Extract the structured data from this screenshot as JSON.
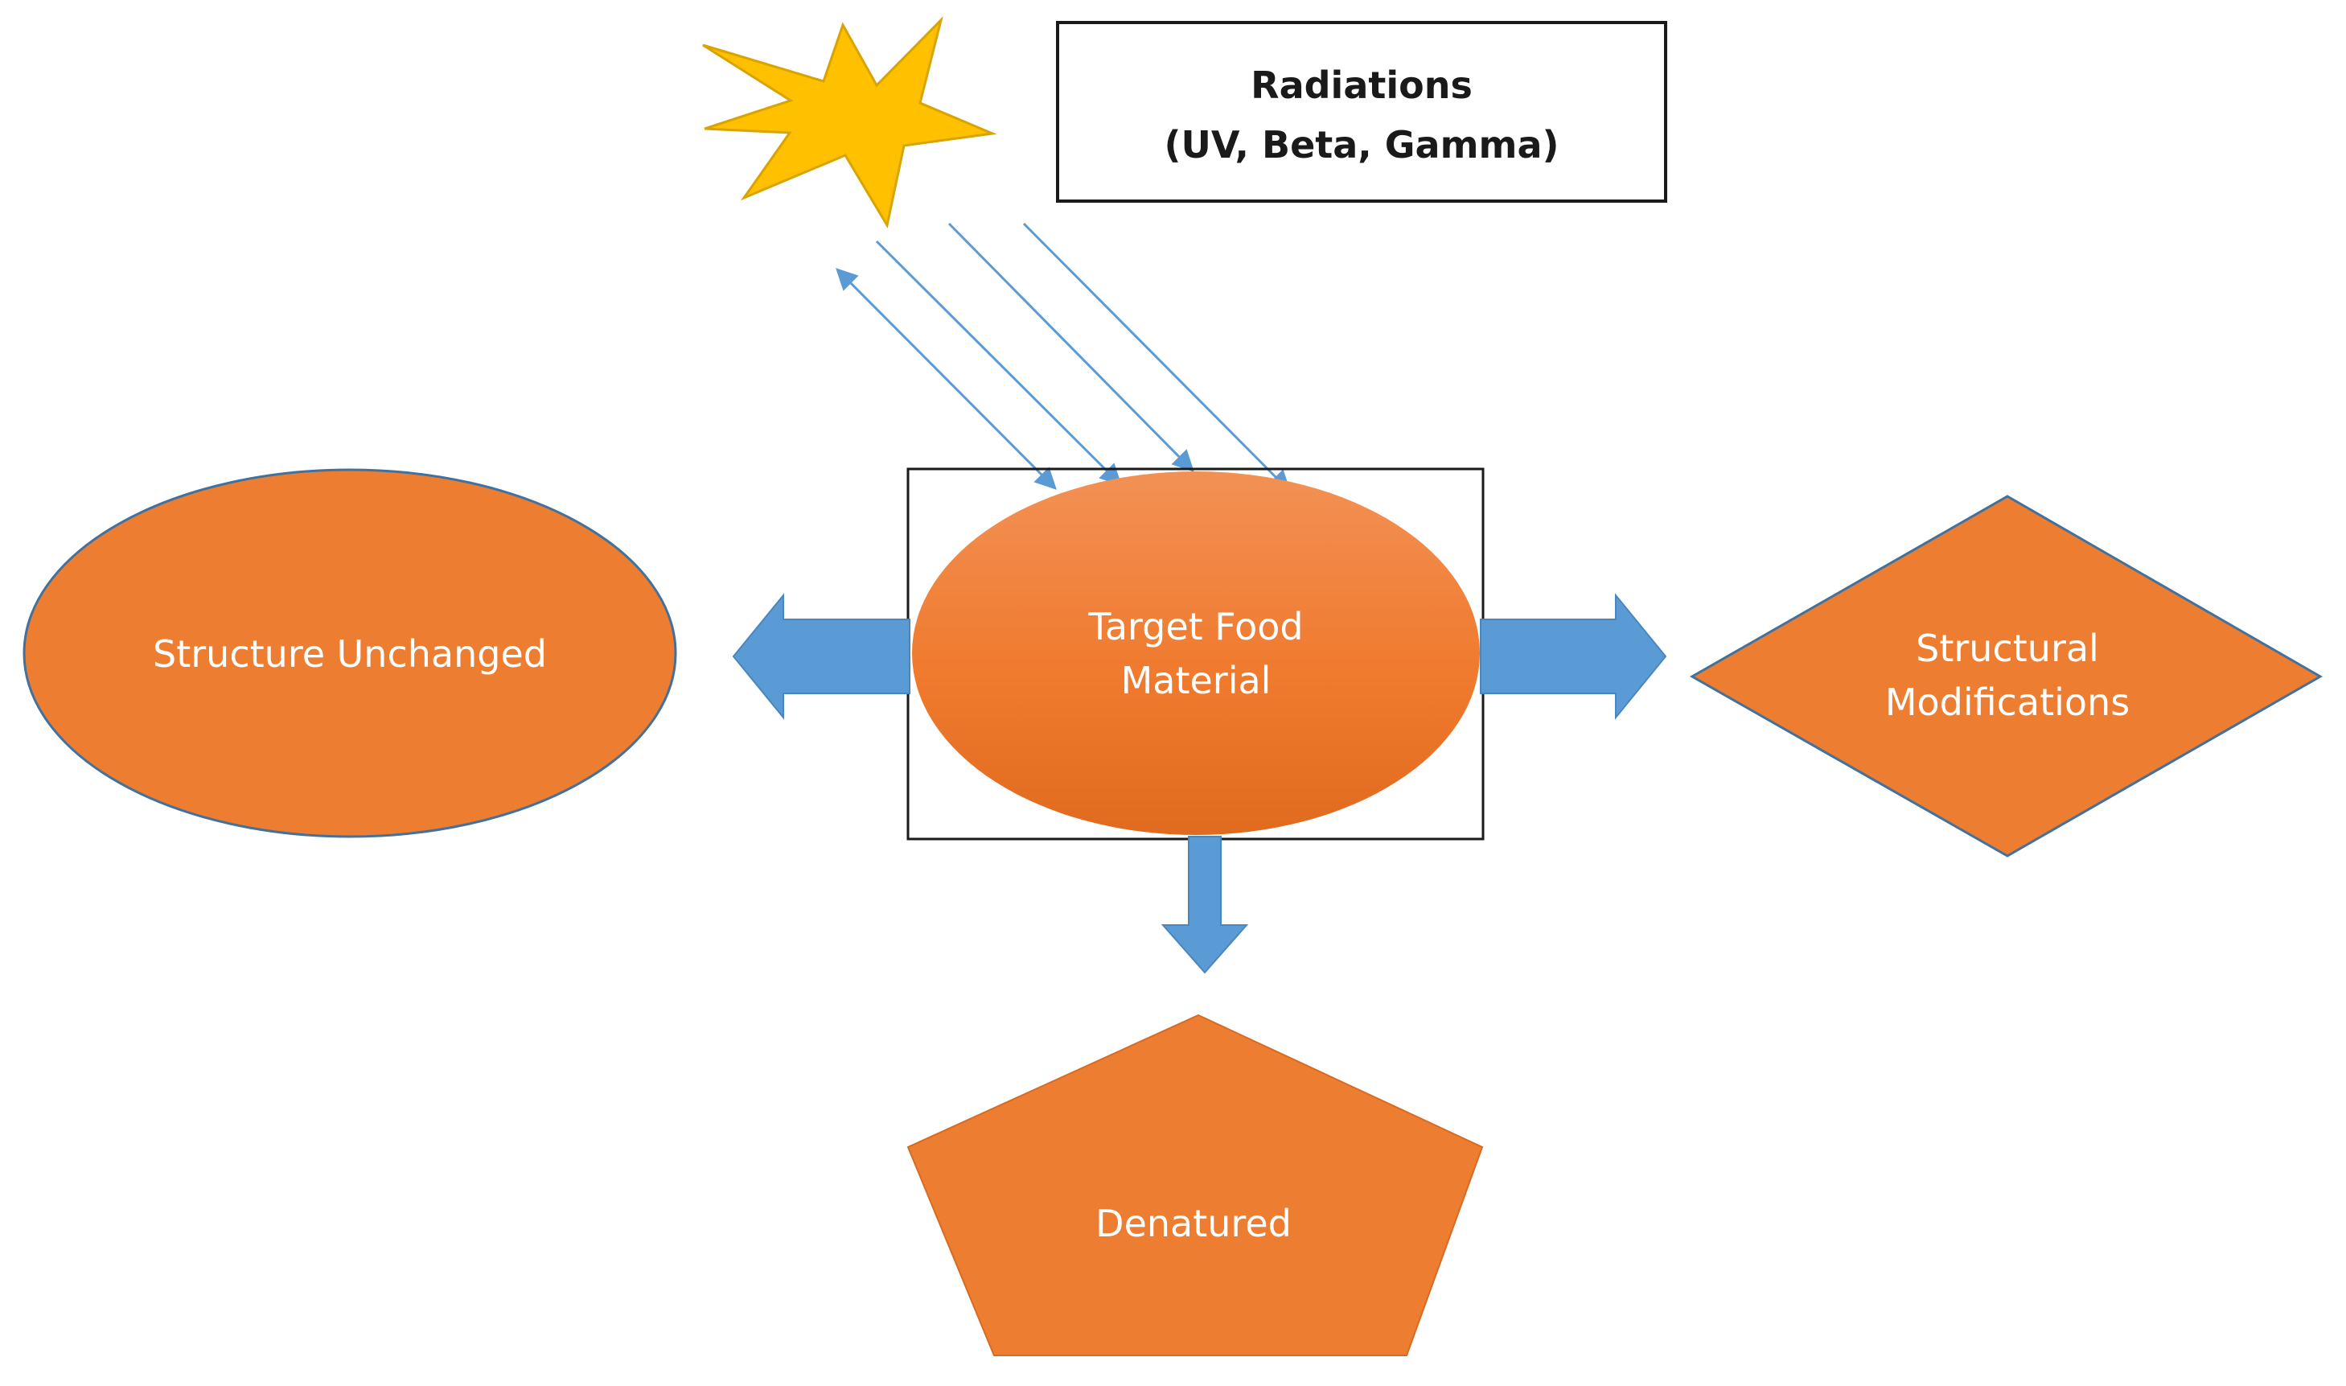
{
  "colors": {
    "orange": "#ED7D31",
    "orange_stroke": "#41719C",
    "arrow_blue": "#5B9BD5",
    "sun_yellow": "#FFC000",
    "sun_stroke": "#D9A300",
    "ray_blue": "#5B9BD5",
    "box_border": "#1a1a1a"
  },
  "icons": {
    "radiation_source": "sun-burst-icon"
  },
  "nodes": {
    "radiations": {
      "line1": "Radiations",
      "line2": "(UV, Beta, Gamma)"
    },
    "target": {
      "line1": "Target Food",
      "line2": "Material"
    },
    "unchanged": {
      "label": "Structure Unchanged"
    },
    "modifications": {
      "line1": "Structural",
      "line2": "Modifications"
    },
    "denatured": {
      "label": "Denatured"
    }
  }
}
